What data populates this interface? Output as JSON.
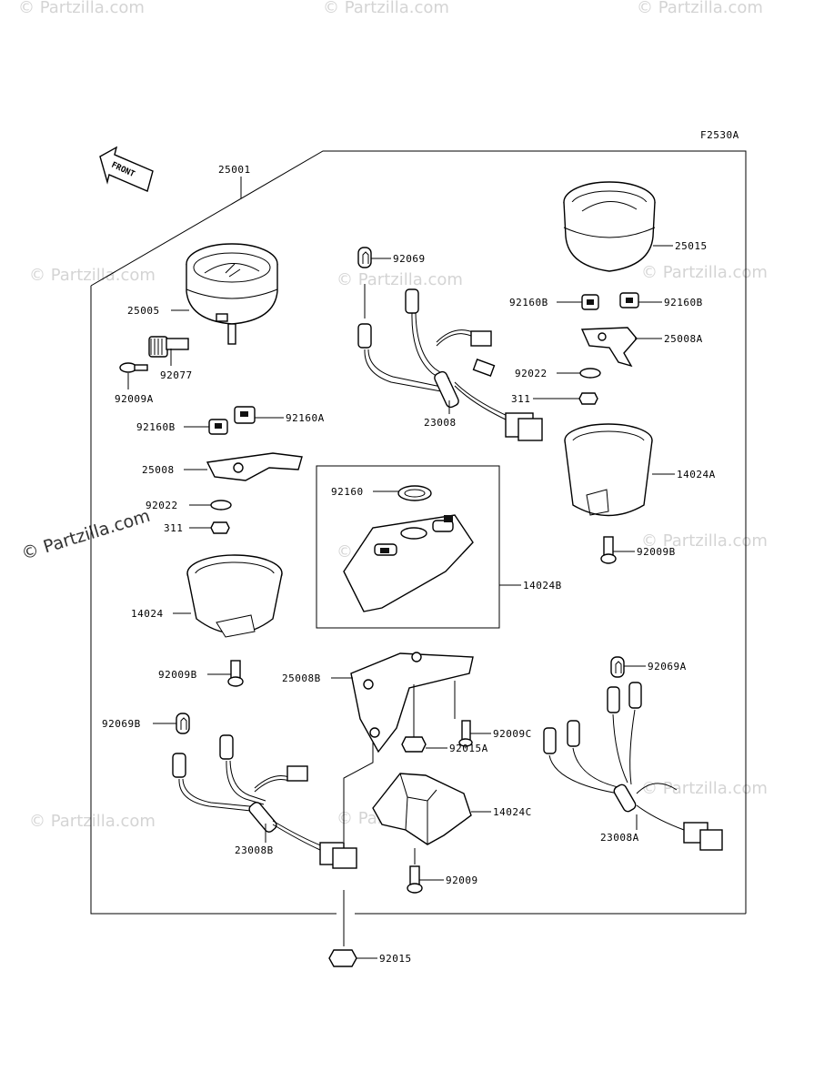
{
  "diagram": {
    "figure_code": "F2530A",
    "front_arrow_text": "FRONT",
    "watermark_main": "© Partzilla.com",
    "watermark_faint": "© Partzilla.com",
    "callouts": [
      {
        "id": "25001",
        "text": "25001"
      },
      {
        "id": "25005",
        "text": "25005"
      },
      {
        "id": "92077",
        "text": "92077"
      },
      {
        "id": "92009A",
        "text": "92009A"
      },
      {
        "id": "92069",
        "text": "92069"
      },
      {
        "id": "23008",
        "text": "23008"
      },
      {
        "id": "25015",
        "text": "25015"
      },
      {
        "id": "92160B-left",
        "text": "92160B"
      },
      {
        "id": "92160B-right",
        "text": "92160B"
      },
      {
        "id": "25008A",
        "text": "25008A"
      },
      {
        "id": "92022-right",
        "text": "92022"
      },
      {
        "id": "311-right",
        "text": "311"
      },
      {
        "id": "92160B-mid",
        "text": "92160B"
      },
      {
        "id": "92160A",
        "text": "92160A"
      },
      {
        "id": "25008",
        "text": "25008"
      },
      {
        "id": "92022-left",
        "text": "92022"
      },
      {
        "id": "311-left",
        "text": "311"
      },
      {
        "id": "92160",
        "text": "92160"
      },
      {
        "id": "14024B",
        "text": "14024B"
      },
      {
        "id": "14024A",
        "text": "14024A"
      },
      {
        "id": "92009B-right",
        "text": "92009B"
      },
      {
        "id": "14024",
        "text": "14024"
      },
      {
        "id": "92009B-left",
        "text": "92009B"
      },
      {
        "id": "25008B",
        "text": "25008B"
      },
      {
        "id": "92009C",
        "text": "92009C"
      },
      {
        "id": "92015A",
        "text": "92015A"
      },
      {
        "id": "92069A",
        "text": "92069A"
      },
      {
        "id": "92069B",
        "text": "92069B"
      },
      {
        "id": "14024C",
        "text": "14024C"
      },
      {
        "id": "23008B",
        "text": "23008B"
      },
      {
        "id": "23008A",
        "text": "23008A"
      },
      {
        "id": "92009",
        "text": "92009"
      },
      {
        "id": "92015",
        "text": "92015"
      }
    ]
  }
}
